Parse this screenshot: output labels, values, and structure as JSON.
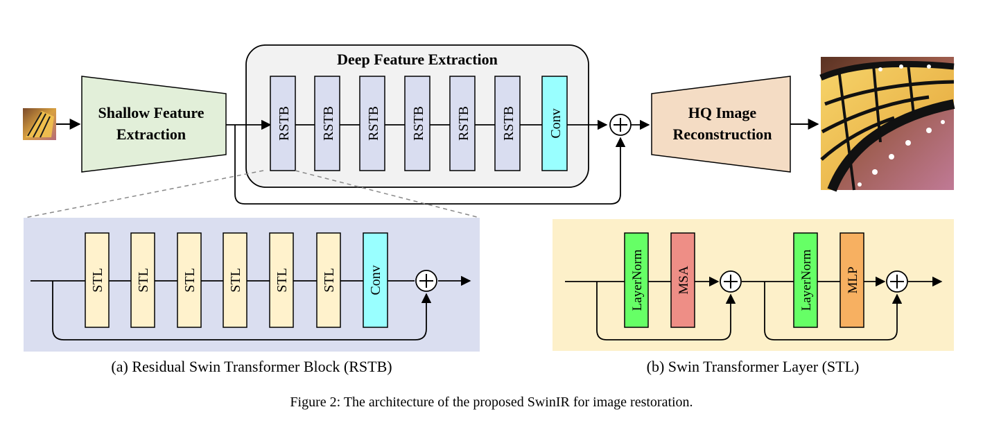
{
  "figure": {
    "caption": "Figure 2: The architecture of the proposed SwinIR for image restoration."
  },
  "main": {
    "shallow": {
      "line1": "Shallow Feature",
      "line2": "Extraction"
    },
    "deep": {
      "title": "Deep Feature Extraction",
      "blocks": [
        "RSTB",
        "RSTB",
        "RSTB",
        "RSTB",
        "RSTB",
        "RSTB"
      ],
      "conv": "Conv"
    },
    "recon": {
      "line1": "HQ Image",
      "line2": "Reconstruction"
    }
  },
  "rstb": {
    "caption": "(a) Residual Swin Transformer Block (RSTB)",
    "layers": [
      "STL",
      "STL",
      "STL",
      "STL",
      "STL",
      "STL"
    ],
    "conv": "Conv"
  },
  "stl": {
    "caption": "(b) Swin Transformer Layer (STL)",
    "norm1": "LayerNorm",
    "msa": "MSA",
    "norm2": "LayerNorm",
    "mlp": "MLP"
  },
  "colors": {
    "shallow_fill": "#e2efd9",
    "recon_fill": "#f4dcc4",
    "rstb_fill": "#d9ddf0",
    "conv_fill": "#99ffff",
    "stl_fill": "#fff2cc",
    "panel_a_bg": "#dadef0",
    "panel_b_bg": "#fdf0c9",
    "layernorm_fill": "#66ff66",
    "msa_fill": "#ee8e86",
    "mlp_fill": "#f7b061",
    "deep_bg": "#f2f2f2"
  }
}
